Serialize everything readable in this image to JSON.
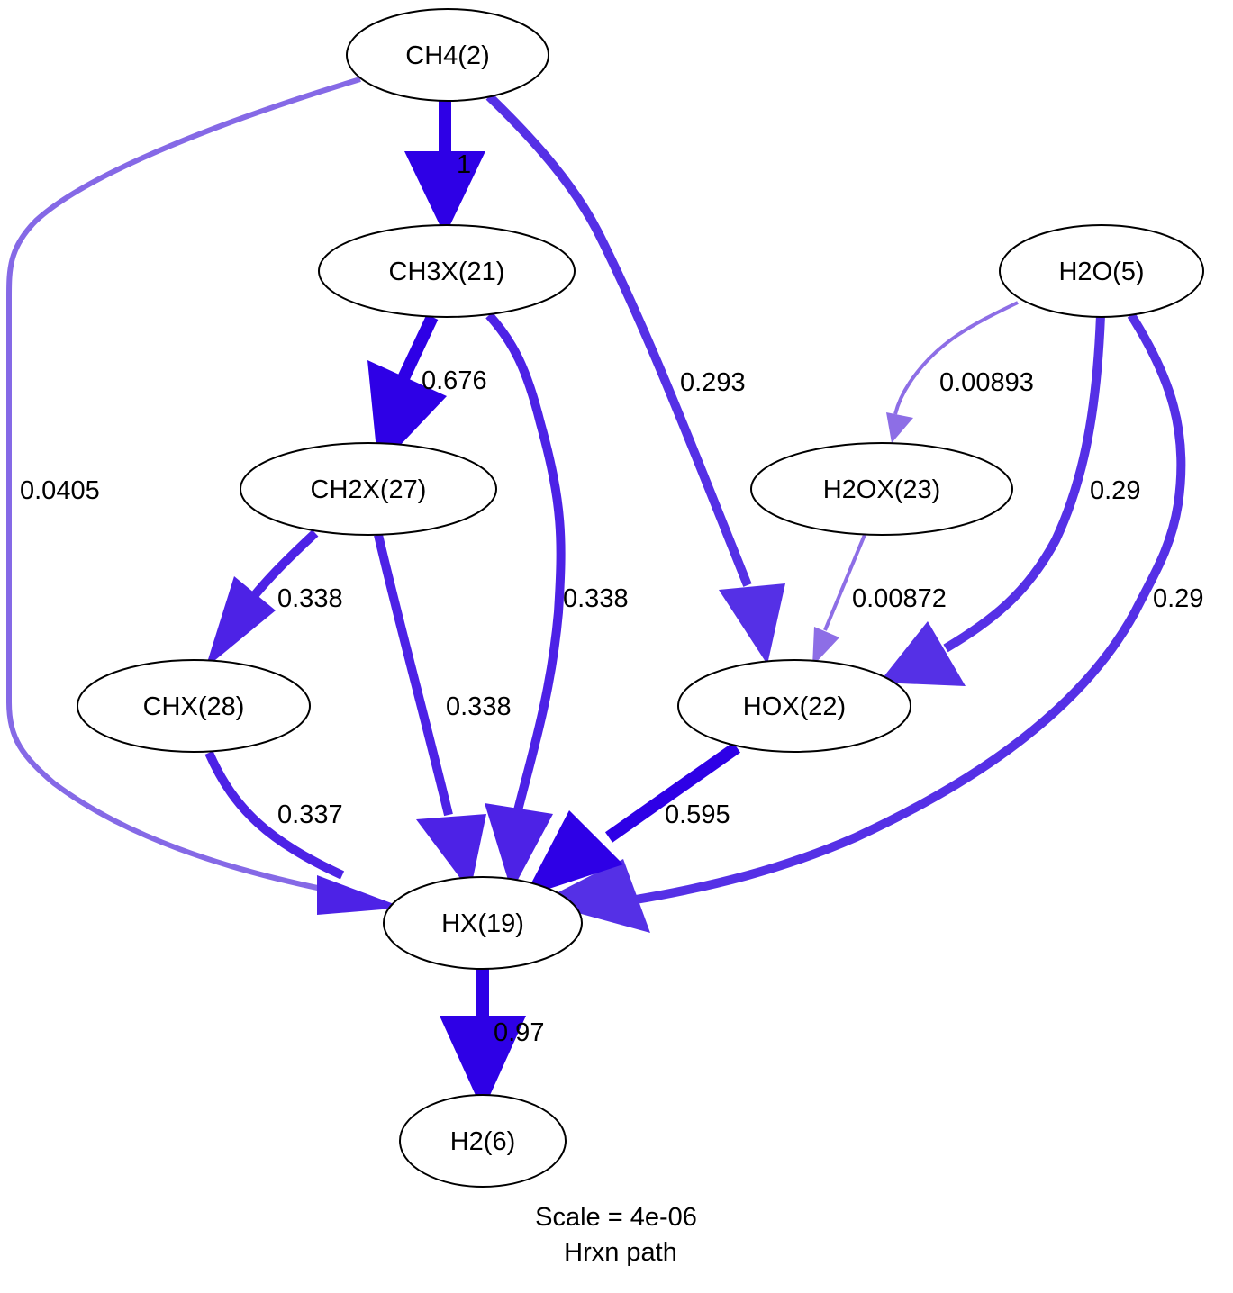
{
  "diagram": {
    "nodes": {
      "ch4": "CH4(2)",
      "ch3x": "CH3X(21)",
      "h2o": "H2O(5)",
      "ch2x": "CH2X(27)",
      "h2ox": "H2OX(23)",
      "chx": "CHX(28)",
      "hox": "HOX(22)",
      "hx": "HX(19)",
      "h2": "H2(6)"
    },
    "edges": [
      {
        "from": "CH4(2)",
        "to": "CH3X(21)",
        "label": "1",
        "color": "#2e00e6"
      },
      {
        "from": "CH4(2)",
        "to": "HOX(22)",
        "label": "0.293",
        "color": "#5530e6"
      },
      {
        "from": "CH4(2)",
        "to": "HX(19)",
        "label": "0.0405",
        "color": "#8569e6"
      },
      {
        "from": "CH3X(21)",
        "to": "CH2X(27)",
        "label": "0.676",
        "color": "#2e00e6"
      },
      {
        "from": "CH3X(21)",
        "to": "HX(19)",
        "label": "0.338",
        "color": "#4d22e6"
      },
      {
        "from": "H2O(5)",
        "to": "H2OX(23)",
        "label": "0.00893",
        "color": "#8d6ee6"
      },
      {
        "from": "H2O(5)",
        "to": "HOX(22)",
        "label": "0.29",
        "color": "#5530e6"
      },
      {
        "from": "H2O(5)",
        "to": "HX(19)",
        "label": "0.29",
        "color": "#5530e6"
      },
      {
        "from": "H2OX(23)",
        "to": "HOX(22)",
        "label": "0.00872",
        "color": "#8d6ee6"
      },
      {
        "from": "CH2X(27)",
        "to": "CHX(28)",
        "label": "0.338",
        "color": "#4d22e6"
      },
      {
        "from": "CH2X(27)",
        "to": "HX(19)",
        "label": "0.338",
        "color": "#4d22e6"
      },
      {
        "from": "CHX(28)",
        "to": "HX(19)",
        "label": "0.337",
        "color": "#4d22e6"
      },
      {
        "from": "HOX(22)",
        "to": "HX(19)",
        "label": "0.595",
        "color": "#2e00e6"
      },
      {
        "from": "HX(19)",
        "to": "H2(6)",
        "label": "0.97",
        "color": "#2e00e6"
      }
    ],
    "caption_line1": "Scale = 4e-06",
    "caption_line2": "Hrxn path"
  }
}
